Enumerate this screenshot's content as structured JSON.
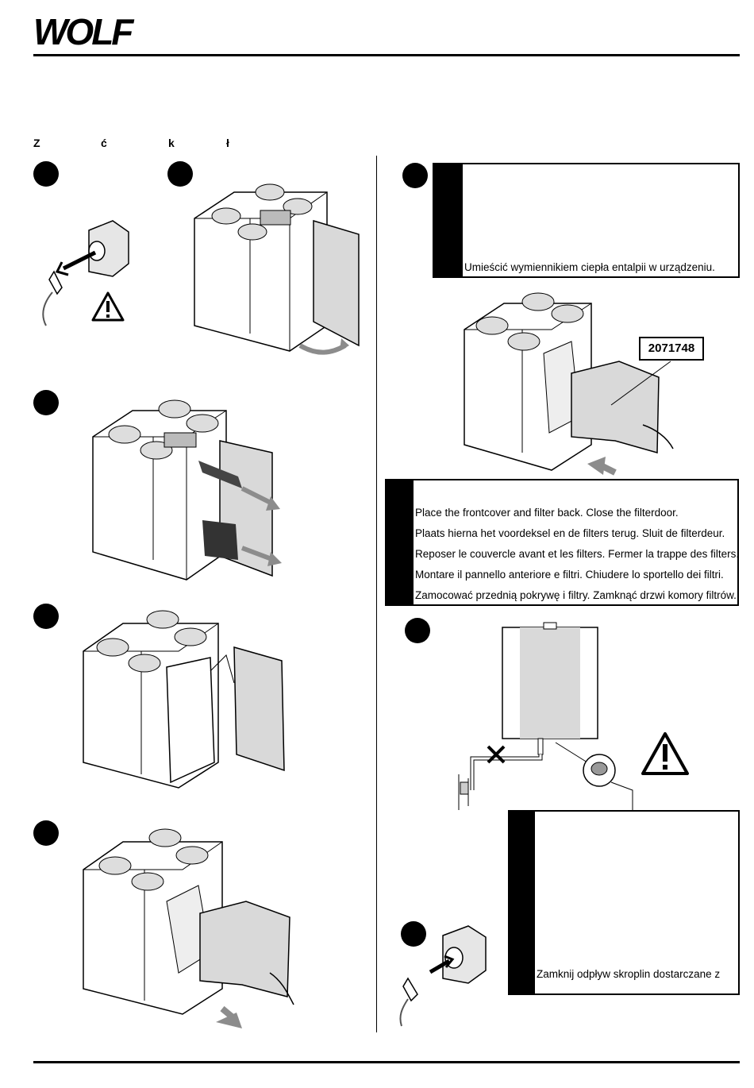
{
  "header": {
    "logo_text": "WOLF"
  },
  "heading_fragments": [
    "Z",
    "ć",
    "k",
    "ł"
  ],
  "steps": {
    "unplug_warning_icon": "warning-triangle-icon",
    "step2_arrow_icon": "swing-arrow-icon"
  },
  "install_box": {
    "line": "Umieścić wymiennikiem ciepła entalpii w urządzeniu."
  },
  "part_number": "2071748",
  "close_box": {
    "lines": [
      "Place the frontcover and filter back. Close the filterdoor.",
      "Plaats hierna het voordeksel en de filters terug. Sluit de filterdeur.",
      "Reposer le couvercle avant et les filters. Fermer la trappe des filters.",
      "Montare il pannello anteriore e filtri. Chiudere lo sportello dei filtri.",
      "Zamocować przednią pokrywę i filtry. Zamknąć drzwi komory filtrów."
    ]
  },
  "condensate_box": {
    "line": "Zamknij odpływ skroplin dostarczane z"
  },
  "colors": {
    "ink": "#000000",
    "panel_grey": "#d9d9d9",
    "arrow_grey": "#8c8c8c"
  }
}
